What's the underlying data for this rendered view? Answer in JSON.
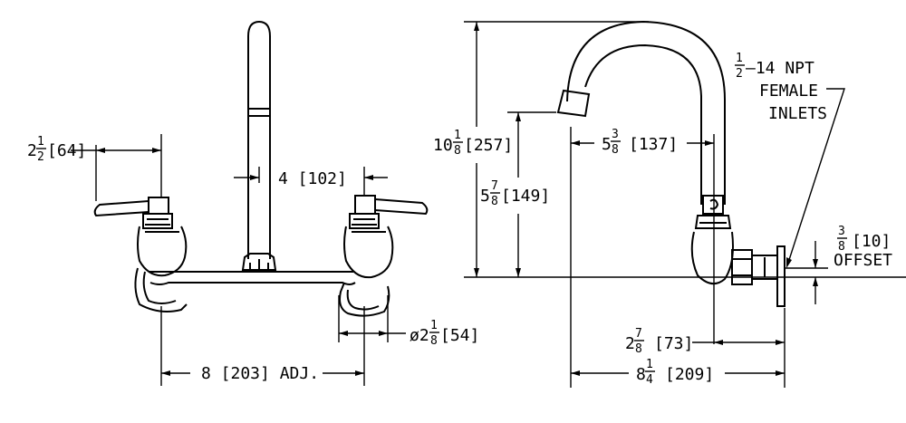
{
  "front_view": {
    "handle_reach": {
      "whole": "2",
      "num": "1",
      "den": "2",
      "metric": "[64]"
    },
    "spout_offset": {
      "value": "4 [102]"
    },
    "flange_dia": {
      "prefix": "ø2",
      "num": "1",
      "den": "8",
      "metric": "[54]"
    },
    "centers": {
      "value": "8 [203] ADJ."
    }
  },
  "side_view": {
    "overall_height": {
      "whole": "10",
      "num": "1",
      "den": "8",
      "metric": "[257]"
    },
    "outlet_height": {
      "whole": "5",
      "num": "7",
      "den": "8",
      "metric": "[149]"
    },
    "spout_reach": {
      "whole": "5",
      "num": "3",
      "den": "8",
      "metric": "[137]"
    },
    "inlet_note": {
      "num": "1",
      "den": "2",
      "rest": "–14 NPT",
      "line2": "FEMALE",
      "line3": "INLETS"
    },
    "offset": {
      "num": "3",
      "den": "8",
      "metric": "[10]",
      "label": "OFFSET"
    },
    "wall_to_center": {
      "whole": "2",
      "num": "7",
      "den": "8",
      "metric": "[73]"
    },
    "overall_depth": {
      "whole": "8",
      "num": "1",
      "den": "4",
      "metric": "[209]"
    }
  }
}
